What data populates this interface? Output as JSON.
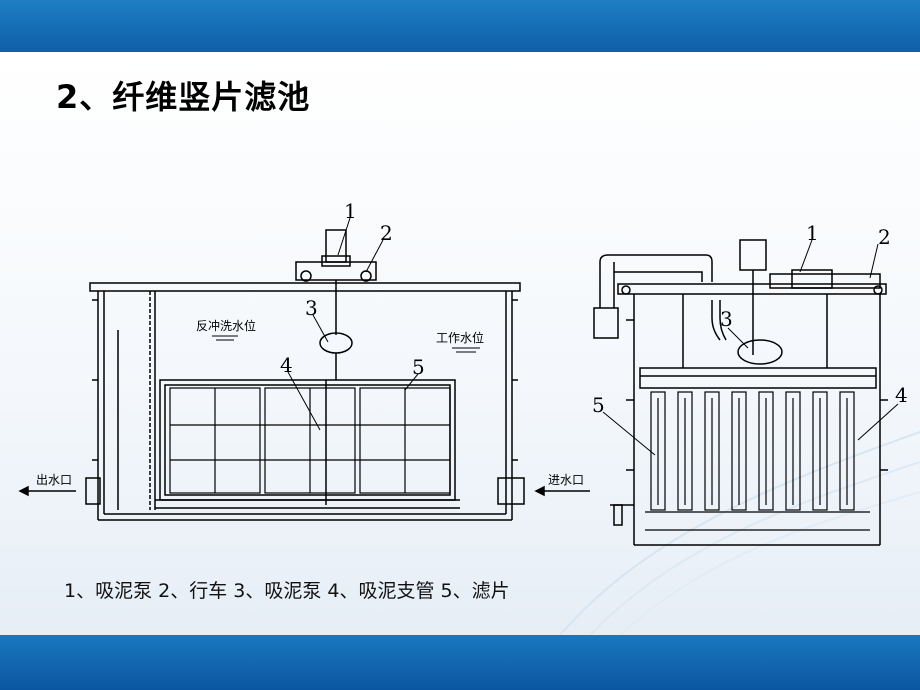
{
  "title": "2、纤维竖片滤池",
  "caption": "1、吸泥泵 2、行车 3、吸泥泵 4、吸泥支管 5、滤片",
  "left_diagram": {
    "labels": [
      "1",
      "2",
      "3",
      "4",
      "5"
    ],
    "water_level_backwash": "反冲洗水位",
    "water_level_work": "工作水位",
    "outlet": "出水口",
    "inlet": "进水口"
  },
  "right_diagram": {
    "labels": [
      "1",
      "2",
      "3",
      "4",
      "5"
    ]
  },
  "colors": {
    "band": "#1a78c0",
    "line": "#000000"
  }
}
